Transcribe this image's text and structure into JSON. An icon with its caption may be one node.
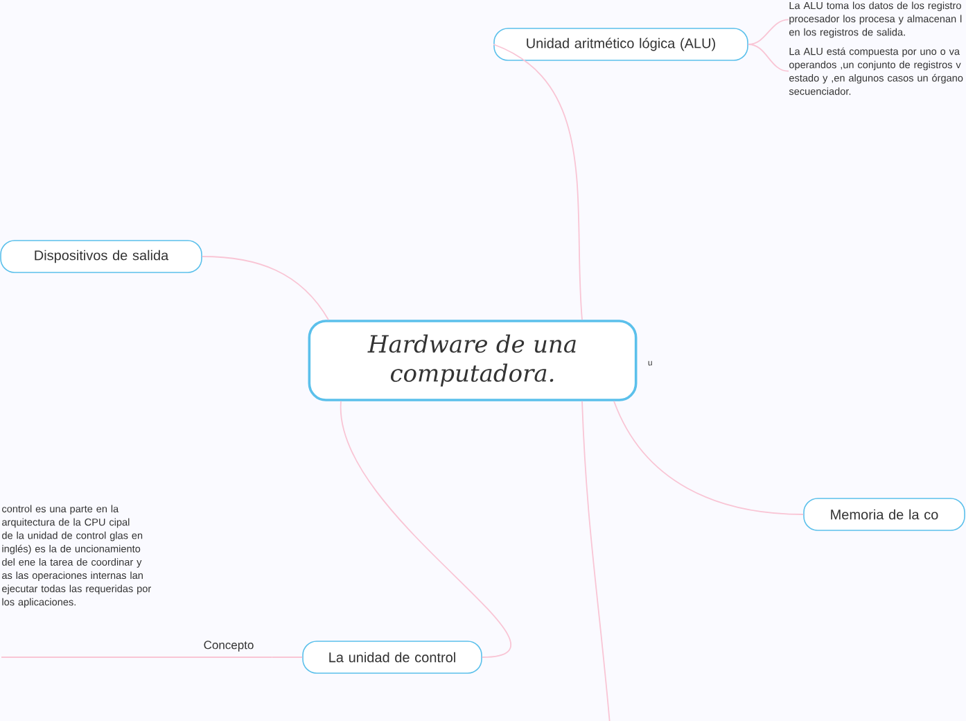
{
  "diagram": {
    "nodes": [
      {
        "text": [
          "Hardware de una computadora."
        ],
        "beside": [
          "u"
        ]
      },
      {
        "text": [
          "Unidad aritmético lógica (ALU)"
        ]
      },
      {
        "text": [
          "La ALU toma los datos de los registro procesador los procesa y almacenan l en los registros de salida."
        ]
      },
      {
        "text": [
          "La ALU está  compuesta por uno o va operandos ,un conjunto de registros v estado y ,en algunos casos un órgano secuenciador."
        ]
      },
      {
        "text": [
          "Dispositivos de salida"
        ]
      },
      {
        "text": [
          "Memoria de la co"
        ]
      },
      {
        "text": [
          "La unidad de control"
        ]
      },
      {
        "text": [
          "Concepto"
        ]
      },
      {
        "text": [
          "control es una parte en la arquitectura de la CPU cipal de la unidad de control glas en inglés) es la de uncionamiento del ene la tarea de coordinar y as las operaciones internas lan ejecutar todas las requeridas por los aplicaciones."
        ]
      }
    ],
    "edges": [
      {
        "from": 0,
        "to": 1,
        "arrow": "none"
      },
      {
        "from": 1,
        "to": 2,
        "arrow": "none"
      },
      {
        "from": 1,
        "to": 3,
        "arrow": "none"
      },
      {
        "from": 0,
        "to": 4,
        "arrow": "none"
      },
      {
        "from": 0,
        "to": 5,
        "arrow": "none"
      },
      {
        "from": 0,
        "to": 6,
        "arrow": "none"
      },
      {
        "from": 6,
        "to": 7,
        "arrow": "none"
      },
      {
        "from": 7,
        "to": 8,
        "arrow": "none"
      },
      {
        "from": 0,
        "to": null,
        "arrow": "none"
      }
    ]
  }
}
